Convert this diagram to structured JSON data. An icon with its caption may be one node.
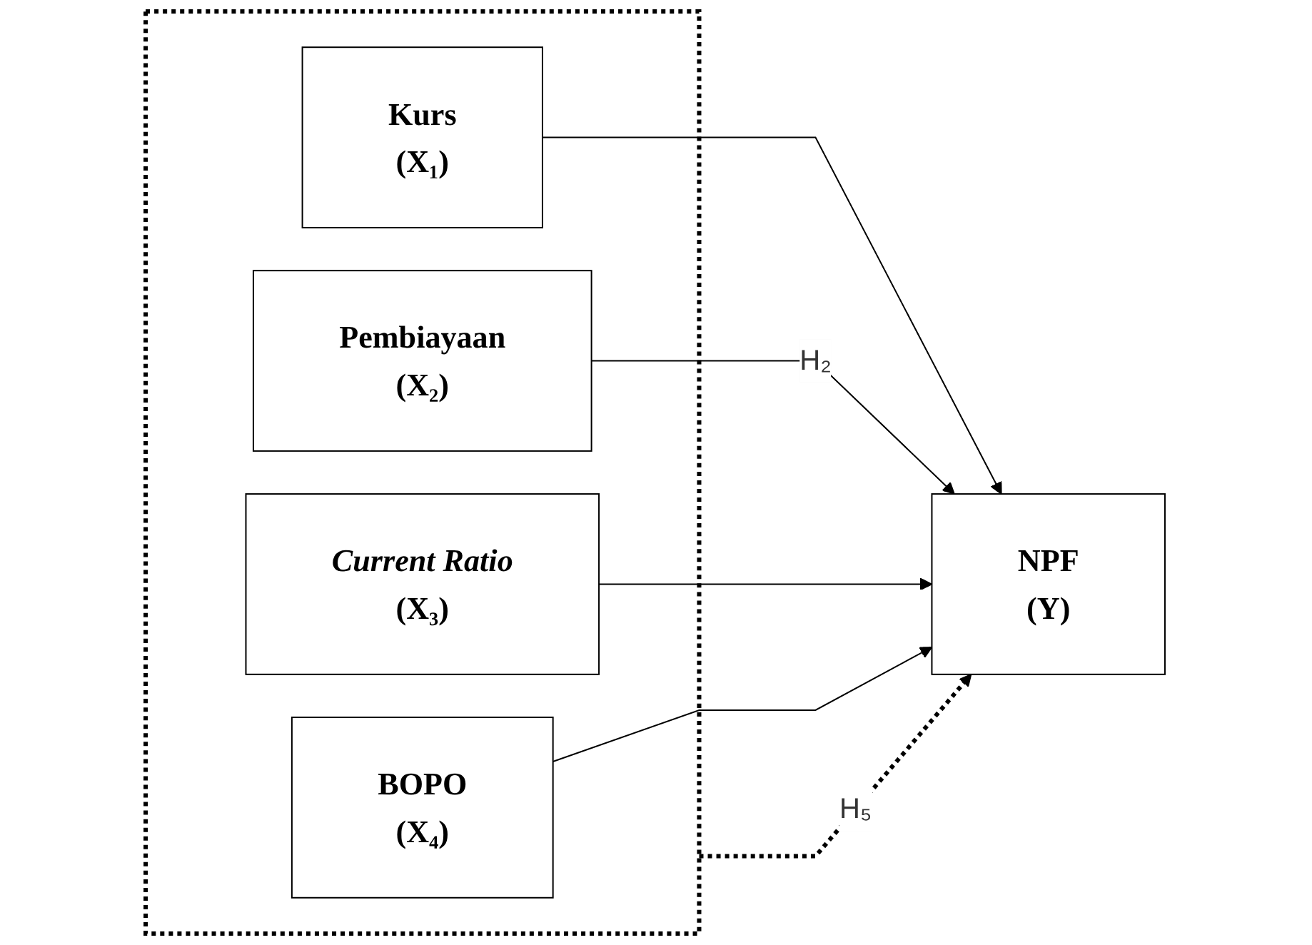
{
  "diagram": {
    "nodes": [
      {
        "text": [],
        "shape": "box"
      },
      {
        "text": [
          "Kurs",
          "(X₁)"
        ],
        "in": 0
      },
      {
        "text": [
          "Pembiayaan",
          "(X₂)"
        ],
        "in": 0
      },
      {
        "text": [
          "Current Ratio",
          "(X₃)"
        ],
        "in": 0
      },
      {
        "text": [
          "BOPO",
          "(X₄)"
        ],
        "in": 0
      },
      {
        "text": [
          "NPF",
          "(Y)"
        ]
      }
    ],
    "edges": [
      {
        "from": 1,
        "to": 5,
        "arrow": "to"
      },
      {
        "from": 2,
        "to": 5,
        "arrow": "to",
        "label": "H₂"
      },
      {
        "from": 3,
        "to": 5,
        "arrow": "to"
      },
      {
        "from": 4,
        "to": 5,
        "arrow": "to"
      },
      {
        "from": 0,
        "to": 5,
        "arrow": "to",
        "style": "dashed",
        "label": "H₅"
      }
    ]
  }
}
